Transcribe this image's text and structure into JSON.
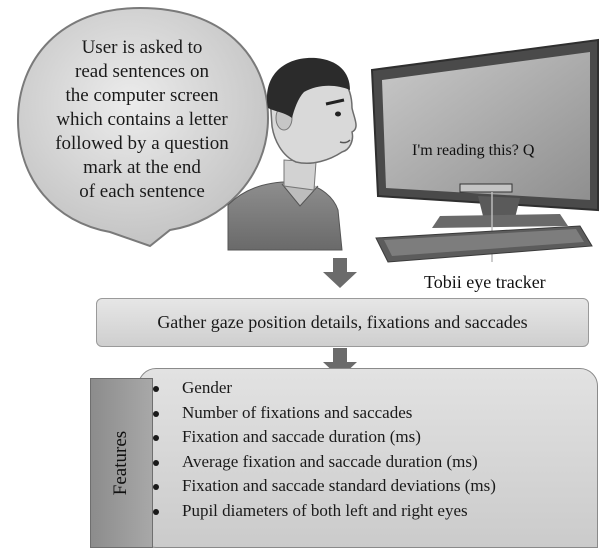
{
  "bubble": {
    "text_lines": [
      "User is asked to",
      "read sentences on",
      "the computer screen",
      "which contains a letter",
      "followed by a question",
      "mark at the end",
      "of each sentence"
    ]
  },
  "monitor": {
    "screen_text": "I'm reading this? Q",
    "tracker_label": "Tobii eye tracker"
  },
  "process": {
    "label": "Gather gaze position details, fixations and saccades"
  },
  "features": {
    "title": "Features",
    "items": [
      "Gender",
      "Number of fixations and saccades",
      "Fixation and saccade duration (ms)",
      "Average fixation and saccade duration (ms)",
      "Fixation and saccade standard deviations (ms)",
      "Pupil diameters of both left and right eyes"
    ]
  },
  "colors": {
    "box_fill": "#d8d8d8",
    "tab_fill": "#999999",
    "arrow": "#6b6b6b"
  }
}
